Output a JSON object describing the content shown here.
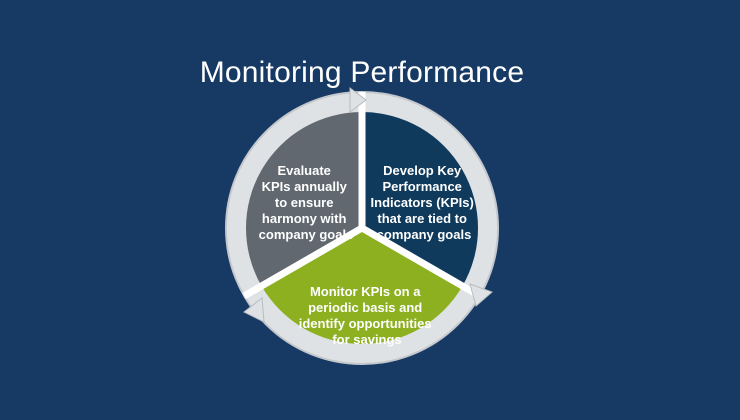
{
  "title": "Monitoring Performance",
  "segments": [
    {
      "lines": [
        "Evaluate",
        "KPIs annually",
        "to ensure",
        "harmony with",
        "company goals"
      ],
      "color": "#616870"
    },
    {
      "lines": [
        "Develop Key",
        "Performance",
        "Indicators (KPIs)",
        "that are tied to",
        "company goals"
      ],
      "color": "#0f3a5c"
    },
    {
      "lines": [
        "Monitor KPIs on a",
        "periodic basis and",
        "identify opportunities",
        "for savings"
      ],
      "color": "#8cb020"
    }
  ],
  "colors": {
    "background": "#163a64",
    "ring": "#dfe2e4",
    "ring_shadow": "#b8bcc0",
    "divider": "#ffffff"
  }
}
